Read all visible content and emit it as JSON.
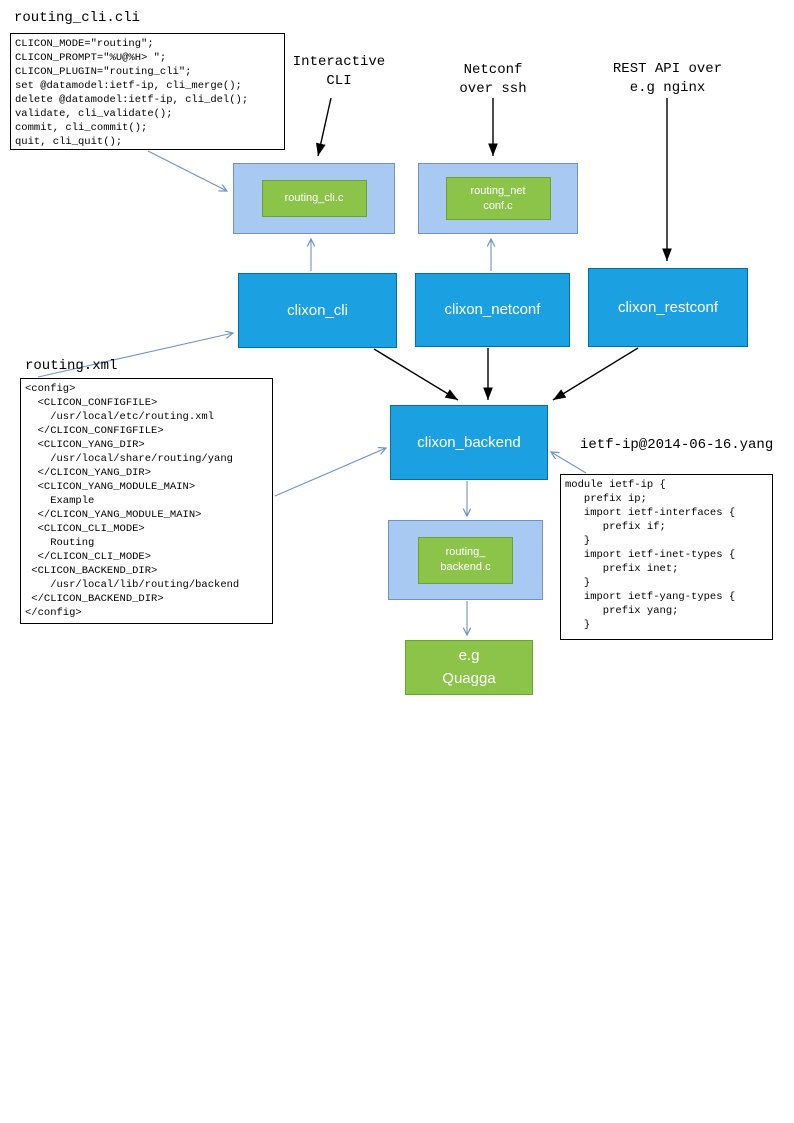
{
  "labels": {
    "routing_cli_file": "routing_cli.cli",
    "interactive_cli": "Interactive\nCLI",
    "netconf_over_ssh": "Netconf\nover ssh",
    "rest_api": "REST API over\ne.g nginx",
    "routing_xml_file": "routing.xml",
    "yang_file": "ietf-ip@2014-06-16.yang"
  },
  "nodes": {
    "routing_cli_c": "routing_cli.c",
    "routing_netconf_c": "routing_net\nconf.c",
    "clixon_cli": "clixon_cli",
    "clixon_netconf": "clixon_netconf",
    "clixon_restconf": "clixon_restconf",
    "clixon_backend": "clixon_backend",
    "routing_backend_c": "routing_\nbackend.c",
    "quagga": "e.g\nQuagga"
  },
  "code": {
    "routing_cli": "CLICON_MODE=\"routing\";\nCLICON_PROMPT=\"%U@%H> \";\nCLICON_PLUGIN=\"routing_cli\";\nset @datamodel:ietf-ip, cli_merge();\ndelete @datamodel:ietf-ip, cli_del();\nvalidate, cli_validate();\ncommit, cli_commit();\nquit, cli_quit();",
    "routing_xml": "<config>\n  <CLICON_CONFIGFILE>\n    /usr/local/etc/routing.xml\n  </CLICON_CONFIGFILE>\n  <CLICON_YANG_DIR>\n    /usr/local/share/routing/yang\n  </CLICON_YANG_DIR>\n  <CLICON_YANG_MODULE_MAIN>\n    Example\n  </CLICON_YANG_MODULE_MAIN>\n  <CLICON_CLI_MODE>\n    Routing\n  </CLICON_CLI_MODE>\n <CLICON_BACKEND_DIR>\n    /usr/local/lib/routing/backend\n </CLICON_BACKEND_DIR>\n</config>",
    "ietf_ip_yang": "module ietf-ip {\n   prefix ip;\n   import ietf-interfaces {\n      prefix if;\n   }\n   import ietf-inet-types {\n      prefix inet;\n   }\n   import ietf-yang-types {\n      prefix yang;\n   }"
  },
  "edges": [
    {
      "from": "interactive-cli-label",
      "to": "routing-cli-plugin-container",
      "style": "black"
    },
    {
      "from": "netconf-over-ssh-label",
      "to": "routing-netconf-plugin-container",
      "style": "black"
    },
    {
      "from": "rest-api-label",
      "to": "clixon-restconf-node",
      "style": "black"
    },
    {
      "from": "clixon-cli-node",
      "to": "clixon-backend-node",
      "style": "black"
    },
    {
      "from": "clixon-netconf-node",
      "to": "clixon-backend-node",
      "style": "black"
    },
    {
      "from": "clixon-restconf-node",
      "to": "clixon-backend-node",
      "style": "black"
    },
    {
      "from": "routing-cli-code-box",
      "to": "routing-cli-plugin-container",
      "style": "blue"
    },
    {
      "from": "clixon-cli-node",
      "to": "routing-cli-c-node",
      "style": "blue"
    },
    {
      "from": "clixon-netconf-node",
      "to": "routing-netconf-c-node",
      "style": "blue"
    },
    {
      "from": "routing-xml-code-box",
      "to": "clixon-cli-node",
      "style": "blue"
    },
    {
      "from": "routing-xml-code-box",
      "to": "clixon-backend-node",
      "style": "blue"
    },
    {
      "from": "yang-code-box",
      "to": "clixon-backend-node",
      "style": "blue"
    },
    {
      "from": "clixon-backend-node",
      "to": "routing-backend-plugin-container",
      "style": "blue"
    },
    {
      "from": "routing-backend-plugin-container",
      "to": "quagga-node",
      "style": "blue"
    }
  ],
  "colors": {
    "node_blue": "#1ba1e2",
    "node_blue_border": "#006eaf",
    "container_light_blue": "#a7c9f2",
    "plugin_green": "#8cc44a",
    "arrow_blue": "#6f94c4",
    "arrow_black": "#000000"
  }
}
